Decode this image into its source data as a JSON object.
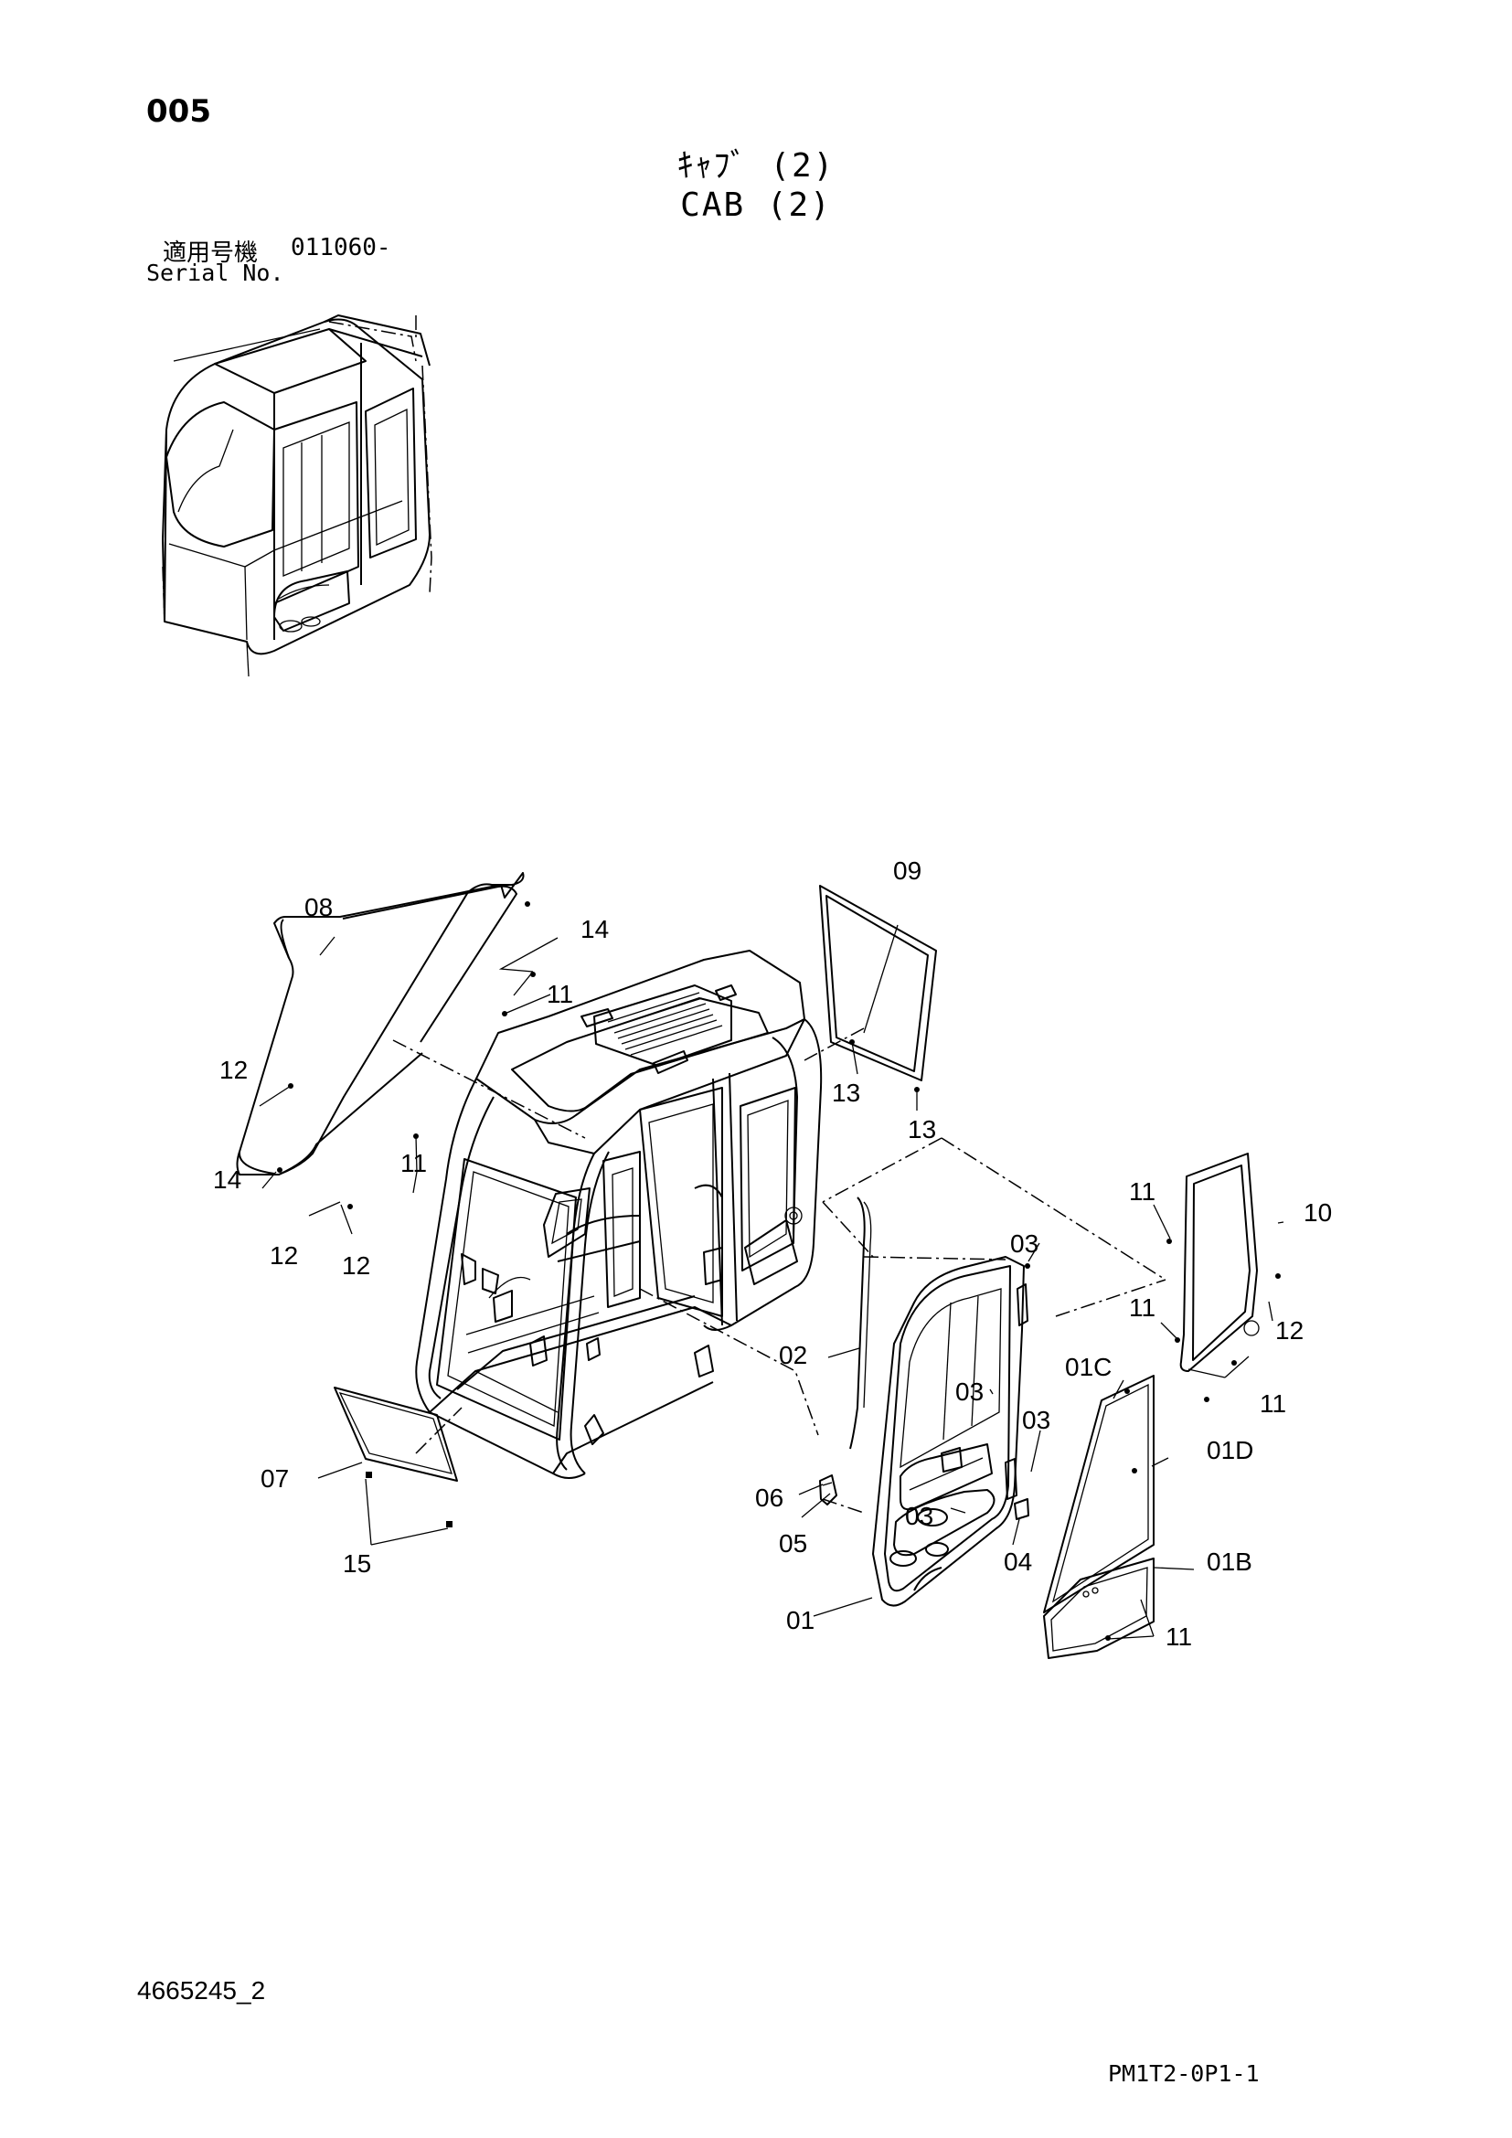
{
  "header": {
    "page_number": "005",
    "title_jp": "ｷｬﾌﾞ (2)",
    "title_en": "CAB (2)",
    "serial_label_jp": "適用号機",
    "serial_value": "011060-",
    "serial_label_en": "Serial No."
  },
  "footer": {
    "doc_number": "4665245_2",
    "page_code": "PM1T2-0P1-1"
  },
  "callouts": {
    "c01": "01",
    "c01B": "01B",
    "c01C": "01C",
    "c01D": "01D",
    "c02": "02",
    "c03a": "03",
    "c03b": "03",
    "c03c": "03",
    "c03d": "03",
    "c04": "04",
    "c05": "05",
    "c06": "06",
    "c07": "07",
    "c08": "08",
    "c09": "09",
    "c10": "10",
    "c11a": "11",
    "c11b": "11",
    "c11c": "11",
    "c11d": "11",
    "c11e": "11",
    "c11f": "11",
    "c12a": "12",
    "c12b": "12",
    "c12c": "12",
    "c12d": "12",
    "c13a": "13",
    "c13b": "13",
    "c14a": "14",
    "c14b": "14",
    "c15": "15"
  }
}
